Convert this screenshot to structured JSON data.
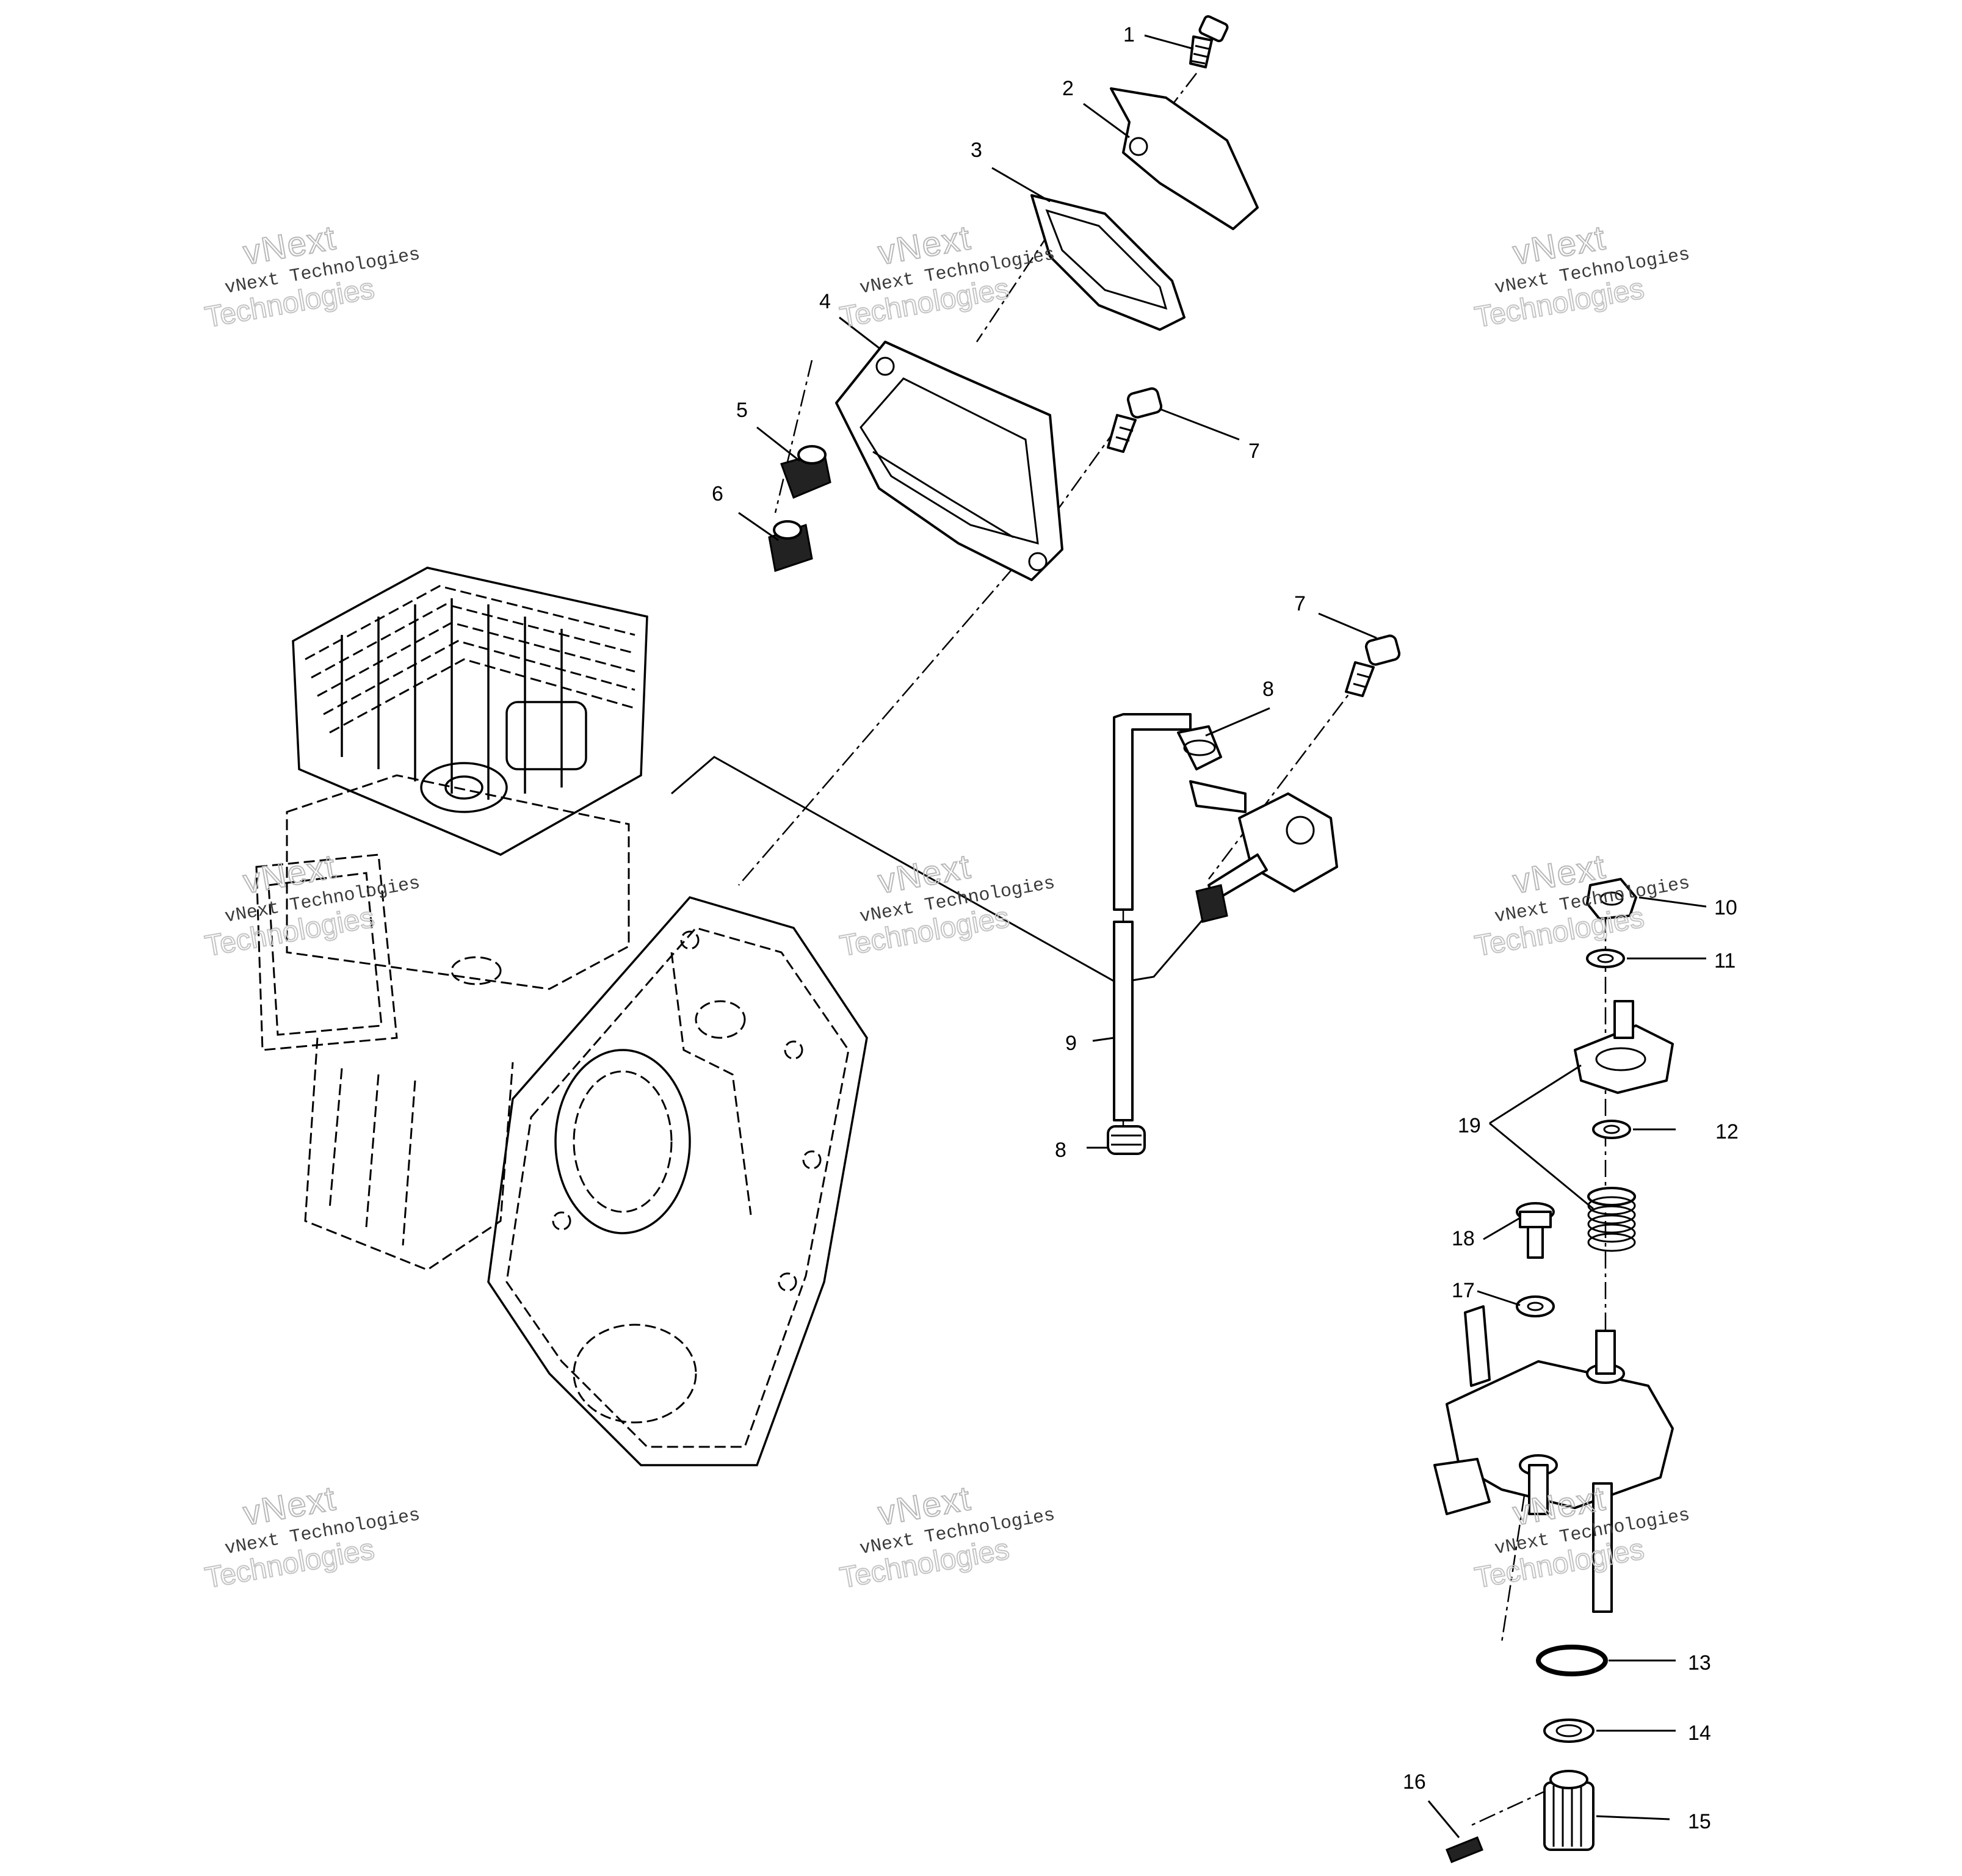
{
  "diagram": {
    "callouts": [
      {
        "id": "1",
        "text": "1"
      },
      {
        "id": "2",
        "text": "2"
      },
      {
        "id": "3",
        "text": "3"
      },
      {
        "id": "4",
        "text": "4"
      },
      {
        "id": "5",
        "text": "5"
      },
      {
        "id": "6",
        "text": "6"
      },
      {
        "id": "7a",
        "text": "7"
      },
      {
        "id": "7b",
        "text": "7"
      },
      {
        "id": "8a",
        "text": "8"
      },
      {
        "id": "8b",
        "text": "8"
      },
      {
        "id": "9",
        "text": "9"
      },
      {
        "id": "10",
        "text": "10"
      },
      {
        "id": "11",
        "text": "11"
      },
      {
        "id": "12",
        "text": "12"
      },
      {
        "id": "13",
        "text": "13"
      },
      {
        "id": "14",
        "text": "14"
      },
      {
        "id": "15",
        "text": "15"
      },
      {
        "id": "16",
        "text": "16"
      },
      {
        "id": "17",
        "text": "17"
      },
      {
        "id": "18",
        "text": "18"
      },
      {
        "id": "19",
        "text": "19"
      }
    ]
  },
  "watermark": {
    "line1": "vNext",
    "line2": "vNext Technologies",
    "line3": "Technologies"
  }
}
